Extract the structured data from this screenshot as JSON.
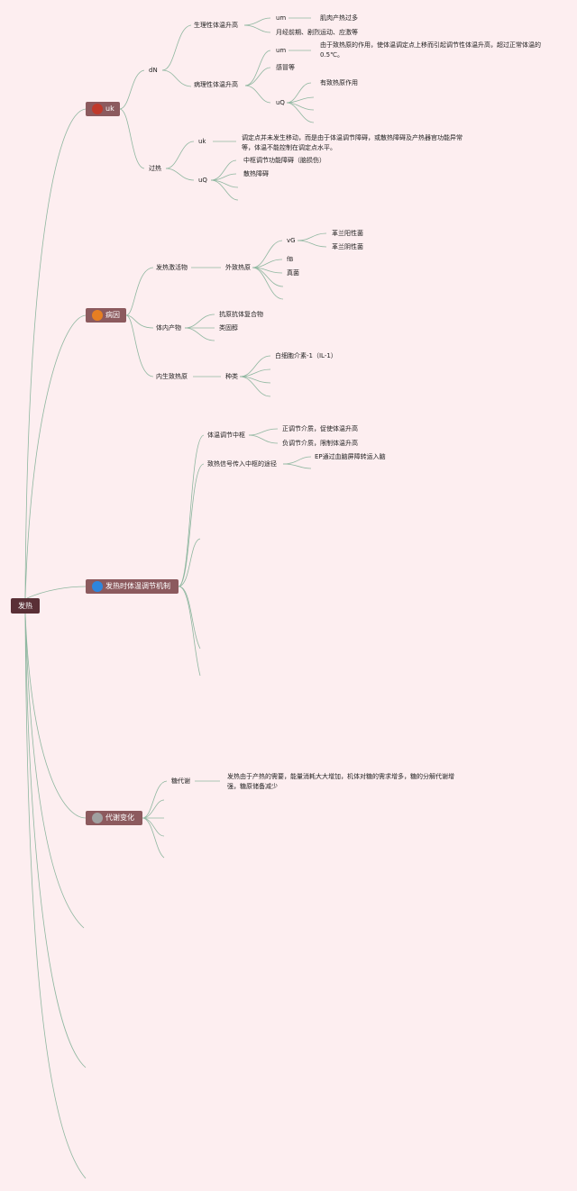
{
  "root": "发热",
  "branches": [
    {
      "label": "uk",
      "color": "#c0392b"
    },
    {
      "label": "病因",
      "color": "#e67e22"
    },
    {
      "label": "发热时体温调节机制",
      "color": "#2e86de"
    },
    {
      "label": "代谢变化",
      "color": "#a0a0a0"
    }
  ],
  "b1": {
    "dN": "dN",
    "phys": "生理性体温升高",
    "phys_um": "um",
    "phys_um_note": "肌肉产热过多",
    "phys_other": "月经前期、剧烈运动、应激等",
    "path": "病理性体温升高",
    "path_um": "um",
    "path_um_note": "由于致热原的作用，使体温调定点上移而引起调节性体温升高，超过正常体温的0.5℃。",
    "path_cold": "感冒等",
    "path_uQ": "uQ",
    "path_uQ_note": "有致热原作用",
    "guore": "过热",
    "guore_uk": "uk",
    "guore_uk_note": "调定点并未发生移动，而是由于体温调节障碍，或散热障碍及产热器官功能异常等，体温不能控制在调定点水平。",
    "guore_uQ": "uQ",
    "guore_uQ_a": "中枢调节功能障碍（脑损伤）",
    "guore_uQ_b": "散热障碍"
  },
  "b2": {
    "activator": "发热激活物",
    "exo": "外致热原",
    "vG": "vG",
    "gpos": "革兰阳性菌",
    "gneg": "革兰阴性菌",
    "fB": "fB",
    "fungi": "真菌",
    "internal": "体内产物",
    "immune": "抗原抗体复合物",
    "steroid": "类固醇",
    "endo": "内生致热原",
    "kinds": "种类",
    "il1": "白细胞介素-1（IL-1）"
  },
  "b3": {
    "center": "体温调节中枢",
    "pos": "正调节介质，促使体温升高",
    "neg": "负调节介质，限制体温升高",
    "path": "致热信号传入中枢的途径",
    "ep": "EP通过血脑屏障转运入脑"
  },
  "b4": {
    "sugar": "糖代谢",
    "sugar_note": "发热由于产热的需要，能量消耗大大增加，机体对糖的需求增多，糖的分解代谢增强，糖原储备减少"
  }
}
